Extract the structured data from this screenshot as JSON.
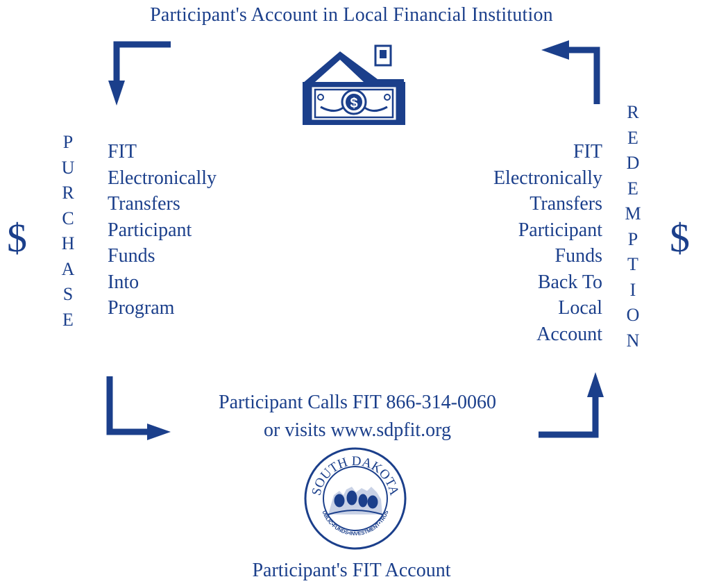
{
  "top_title": "Participant's Account in Local Financial Institution",
  "left_vertical": [
    "P",
    "U",
    "R",
    "C",
    "H",
    "A",
    "S",
    "E"
  ],
  "right_vertical": [
    "R",
    "E",
    "D",
    "E",
    "M",
    "P",
    "T",
    "I",
    "O",
    "N"
  ],
  "left_dollar": "$",
  "right_dollar": "$",
  "left_text_lines": [
    "FIT",
    "Electronically",
    "Transfers",
    "Participant",
    "Funds",
    "Into",
    "Program"
  ],
  "right_text_lines": [
    "FIT",
    "Electronically",
    "Transfers",
    "Participant",
    "Funds",
    "Back To",
    "Local",
    "Account"
  ],
  "middle_caption": {
    "line1": "Participant Calls FIT 866-314-0060",
    "line2": "or visits www.sdpfit.org"
  },
  "bottom_title": "Participant's FIT Account",
  "seal": {
    "top_text": "SOUTH DAKOTA",
    "bottom_text": "PUBLIC•FUNDS•INVESTMENT•TRUST"
  },
  "bank_icon_symbol": "$",
  "colors": {
    "primary": "#1b3f8b"
  }
}
